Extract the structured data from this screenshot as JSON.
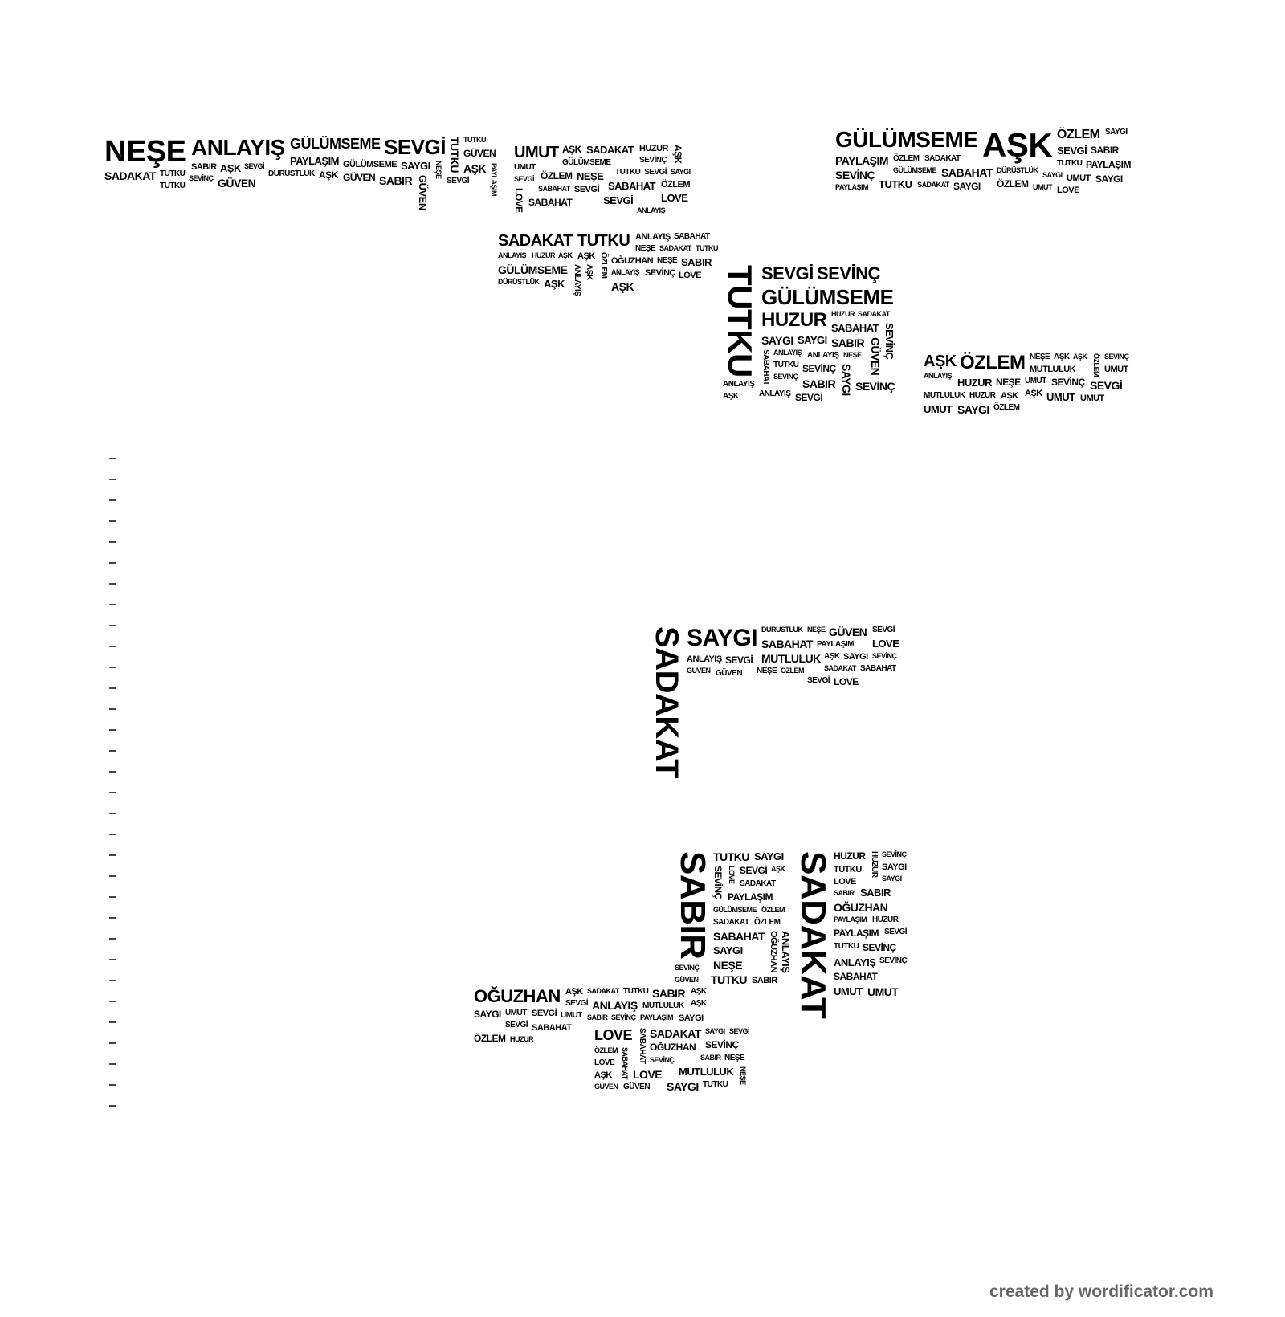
{
  "credit": "created by wordificator.com",
  "colors": {
    "text": "#000000",
    "background": "#ffffff",
    "credit": "#666666"
  },
  "words": [
    "TUTKU",
    "AŞK",
    "ANLAYIŞ",
    "NEŞE",
    "HUZUR",
    "SEVGİ",
    "NEŞE",
    "DÜRÜSTLÜK",
    "TUTKU",
    "HUZUR",
    "AŞK",
    "SABAHAT",
    "TUTKU",
    "SADAKAT",
    "SABAHAT",
    "SADAKAT",
    "PAYLAŞIM",
    "ANLAYIŞ",
    "GÜLÜMSEME",
    "AŞK",
    "NEŞE",
    "SAYGI",
    "HUZUR",
    "SADAKAT",
    "SADAKAT",
    "GÜVEN",
    "HUZUR",
    "NEŞE",
    "SEVGİ",
    "SABAHAT",
    "SAYGI",
    "AŞK",
    "GÜVEN",
    "SEVİNÇ",
    "TUTKU",
    "TUTKU",
    "SAYGI",
    "PAYLAŞIM",
    "SEVİNÇ",
    "SADAKAT",
    "SAYGI",
    "SABIR",
    "MUTLULUK",
    "SEVGİ",
    "LOVE",
    "UMUT",
    "SADAKAT",
    "SEVİNÇ",
    "SABIR",
    "SEVİNÇ",
    "GÜLÜMSEME",
    "GÜLÜMSEME",
    "TUTKU",
    "SAYGI",
    "ÖZLEM",
    "ÖZLEM",
    "SABAHAT",
    "SEVGİ",
    "SAYGI",
    "SEVGİ",
    "SEVGİ",
    "SAYGI",
    "UMUT",
    "ANLAYIŞ",
    "SABIR",
    "TUTKU",
    "SAYGI",
    "SADAKAT",
    "ANLAYIŞ",
    "LOVE",
    "SADAKAT",
    "SAYGI",
    "ANLAYIŞ",
    "OĞUZHAN",
    "SABIR",
    "TUTKU",
    "HUZUR",
    "SEVİNÇ",
    "TUTKU",
    "SEVİNÇ",
    "MUTLULUK",
    "PAYLAŞIM",
    "LOVE",
    "AŞK",
    "ÖZLEM",
    "AŞK",
    "SEVGİ",
    "AŞK",
    "GÜVEN",
    "PAYLAŞIM",
    "UMUT",
    "PAYLAŞIM",
    "GÜLÜMSEME",
    "SABIR",
    "MUTLULUK",
    "SABIR",
    "SADAKAT",
    "ÖZLEM",
    "AŞK",
    "SABAHAT",
    "GÜLÜMSEME",
    "HUZUR",
    "AŞK",
    "ÖZLEM",
    "OĞUZHAN",
    "SAYGI",
    "SABIR",
    "NEŞE",
    "SEVGİ",
    "NEŞE",
    "ÖZLEM",
    "ANLAYIŞ",
    "SABAHAT",
    "NEŞE",
    "SAYGI",
    "SADAKAT",
    "PAYLAŞIM",
    "TUTKU",
    "UMUT",
    "SEVİNÇ",
    "AŞK",
    "AŞK",
    "OĞUZHAN",
    "ANLAYIŞ",
    "DÜRÜSTLÜK",
    "SADAKAT",
    "UMUT",
    "SEVİNÇ",
    "SABAHAT",
    "PAYLAŞIM",
    "SEVGİ",
    "LOVE",
    "NEŞE",
    "SABAHAT",
    "NEŞE",
    "NEŞE",
    "SEVİNÇ",
    "SEVİNÇ",
    "ANLAYIŞ",
    "ÖZLEM",
    "SABIR",
    "SEVGİ",
    "UMUT",
    "SABAHAT",
    "GÜLÜMSEME",
    "HUZUR",
    "SEVİNÇ",
    "DÜRÜSTLÜK",
    "SEVGİ",
    "SABIR",
    "TUTKU",
    "SAYGI",
    "SEVGİ",
    "SEVGİ",
    "OĞUZHAN",
    "HUZUR",
    "SABIR",
    "MUTLULUK",
    "TUTKU",
    "SABAHAT",
    "GÜLÜMSEME",
    "SEVİNÇ",
    "UMUT",
    "MUTLULUK",
    "SADAKAT",
    "ANLAYIŞ",
    "SEVGİ",
    "SEVİNÇ",
    "LOVE",
    "AŞK",
    "ÖZLEM",
    "AŞK",
    "ANLAYIŞ",
    "AŞK",
    "ÖZLEM",
    "ÖZLEM",
    "SAYGI",
    "SAYGI",
    "AŞK",
    "SABAHAT",
    "GÜLÜMSEME",
    "SAYGI",
    "TUTKU",
    "PAYLAŞIM",
    "SAYGI",
    "GÜVEN",
    "SEVGİ",
    "ANLAYIŞ",
    "SEVİNÇ",
    "TUTKU",
    "HUZUR",
    "GÜVEN",
    "NEŞE",
    "SEVİNÇ",
    "SAYGI",
    "TUTKU",
    "SEVİNÇ",
    "LOVE",
    "AŞK",
    "OĞUZHAN",
    "SABIR",
    "ÖZLEM",
    "AŞK",
    "NEŞE",
    "SEVİNÇ",
    "ANLAYIŞ",
    "SEVGİ",
    "GÜVEN",
    "SABIR",
    "LOVE",
    "SEVİNÇ",
    "ANLAYIŞ",
    "SADAKAT",
    "UMUT",
    "SADAKAT",
    "ÖZLEM",
    "TUTKU",
    "SABAHAT",
    "SABAHAT",
    "GÜVEN",
    "PAYLAŞIM",
    "SEVGİ",
    "LOVE",
    "DÜRÜSTLÜK",
    "SEVİNÇ",
    "SAYGI",
    "UMUT",
    "GÜVEN",
    "AŞK",
    "UMUT",
    "AŞK",
    "NEŞE",
    "GÜVEN",
    "SABAHAT",
    "LOVE",
    "ANLAYIŞ",
    "PAYLAŞIM",
    "UMUT",
    "SEVGİ",
    "GÜVEN",
    "UMUT",
    "ÖZLEM",
    "AŞK",
    "SEVGİ",
    "SAYGI",
    "AŞK",
    "AŞK",
    "UMUT",
    "SAYGI",
    "LOVE",
    "SABIR",
    "SEVİNÇ",
    "HUZUR",
    "GÜVEN",
    "TUTKU",
    "ANLAYIŞ",
    "AŞK",
    "SEVGİ",
    "LOVE",
    "ÖZLEM"
  ]
}
